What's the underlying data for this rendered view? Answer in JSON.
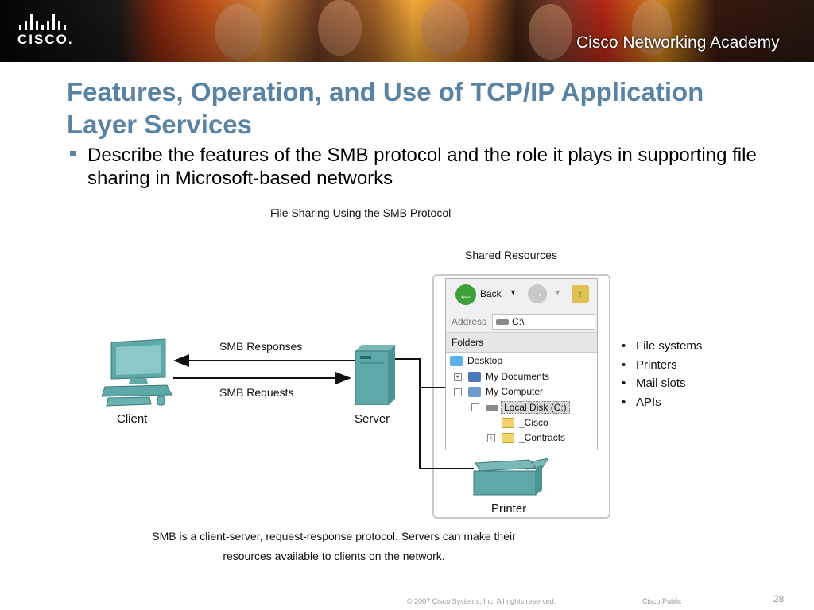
{
  "header": {
    "logo_text": "CISCO.",
    "academy": "Cisco Networking Academy"
  },
  "slide": {
    "title": "Features, Operation, and Use of TCP/IP Application Layer Services",
    "bullet": "Describe the features of the SMB protocol and the role it plays in supporting file sharing in Microsoft-based networks"
  },
  "figure": {
    "title": "File Sharing Using the SMB Protocol",
    "shared_label": "Shared Resources",
    "client_label": "Client",
    "server_label": "Server",
    "printer_label": "Printer",
    "responses_label": "SMB Responses",
    "requests_label": "SMB Requests",
    "explorer": {
      "back_label": "Back",
      "address_label": "Address",
      "address_value": "C:\\",
      "folders_label": "Folders",
      "tree": [
        "Desktop",
        "My Documents",
        "My Computer",
        "Local Disk (C:)",
        "_Cisco",
        "_Contracts"
      ]
    },
    "resources": [
      "File systems",
      "Printers",
      "Mail slots",
      "APIs"
    ],
    "caption_line1": "SMB is a client-server, request-response protocol. Servers can make their",
    "caption_line2": "resources available to clients on the network."
  },
  "footer": {
    "copyright": "© 2007 Cisco Systems, Inc. All rights reserved.",
    "classification": "Cisco Public",
    "page": "28"
  }
}
